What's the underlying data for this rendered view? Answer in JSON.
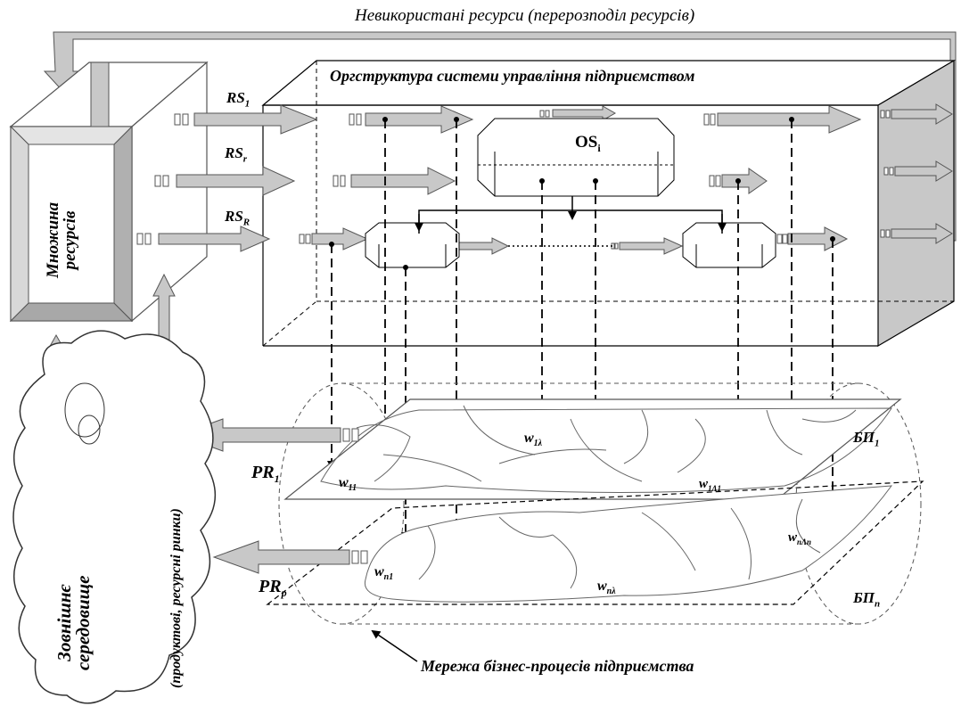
{
  "top_label": "Невикористані ресурси (перерозподіл ресурсів)",
  "orgstructure_title": "Оргструктура системи управління підприємством",
  "resources_box": {
    "line1": "Множина",
    "line2": "ресурсів"
  },
  "resource_inputs": [
    {
      "base": "RS",
      "sub": "1"
    },
    {
      "base": "RS",
      "sub": "r"
    },
    {
      "base": "RS",
      "sub": "R"
    }
  ],
  "org_unit": {
    "base": "OS",
    "sub": "i"
  },
  "outputs": [
    {
      "base": "PR",
      "sub": "1"
    },
    {
      "base": "PR",
      "sub": "p"
    }
  ],
  "environment": {
    "line1": "Зовнішнє",
    "line2": "середовище",
    "line3": "(продуктові, ресурсні ринки)"
  },
  "business_layers": [
    {
      "base": "БП",
      "sub": "1"
    },
    {
      "base": "БП",
      "sub": "n"
    }
  ],
  "work_items": [
    {
      "base": "w",
      "sub": "11"
    },
    {
      "base": "w",
      "sub": "1λ"
    },
    {
      "base": "w",
      "sub": "1Λ1"
    },
    {
      "base": "w",
      "sub": "n1"
    },
    {
      "base": "w",
      "sub": "nλ"
    },
    {
      "base": "w",
      "sub": "nΛn"
    }
  ],
  "network_caption": "Мережа бізнес-процесів підприємства",
  "colors": {
    "arrow_fill": "#c0c0c0",
    "arrow_stroke": "#555555",
    "line": "#000000",
    "box_side": "#c8c8c8",
    "background": "#ffffff"
  }
}
